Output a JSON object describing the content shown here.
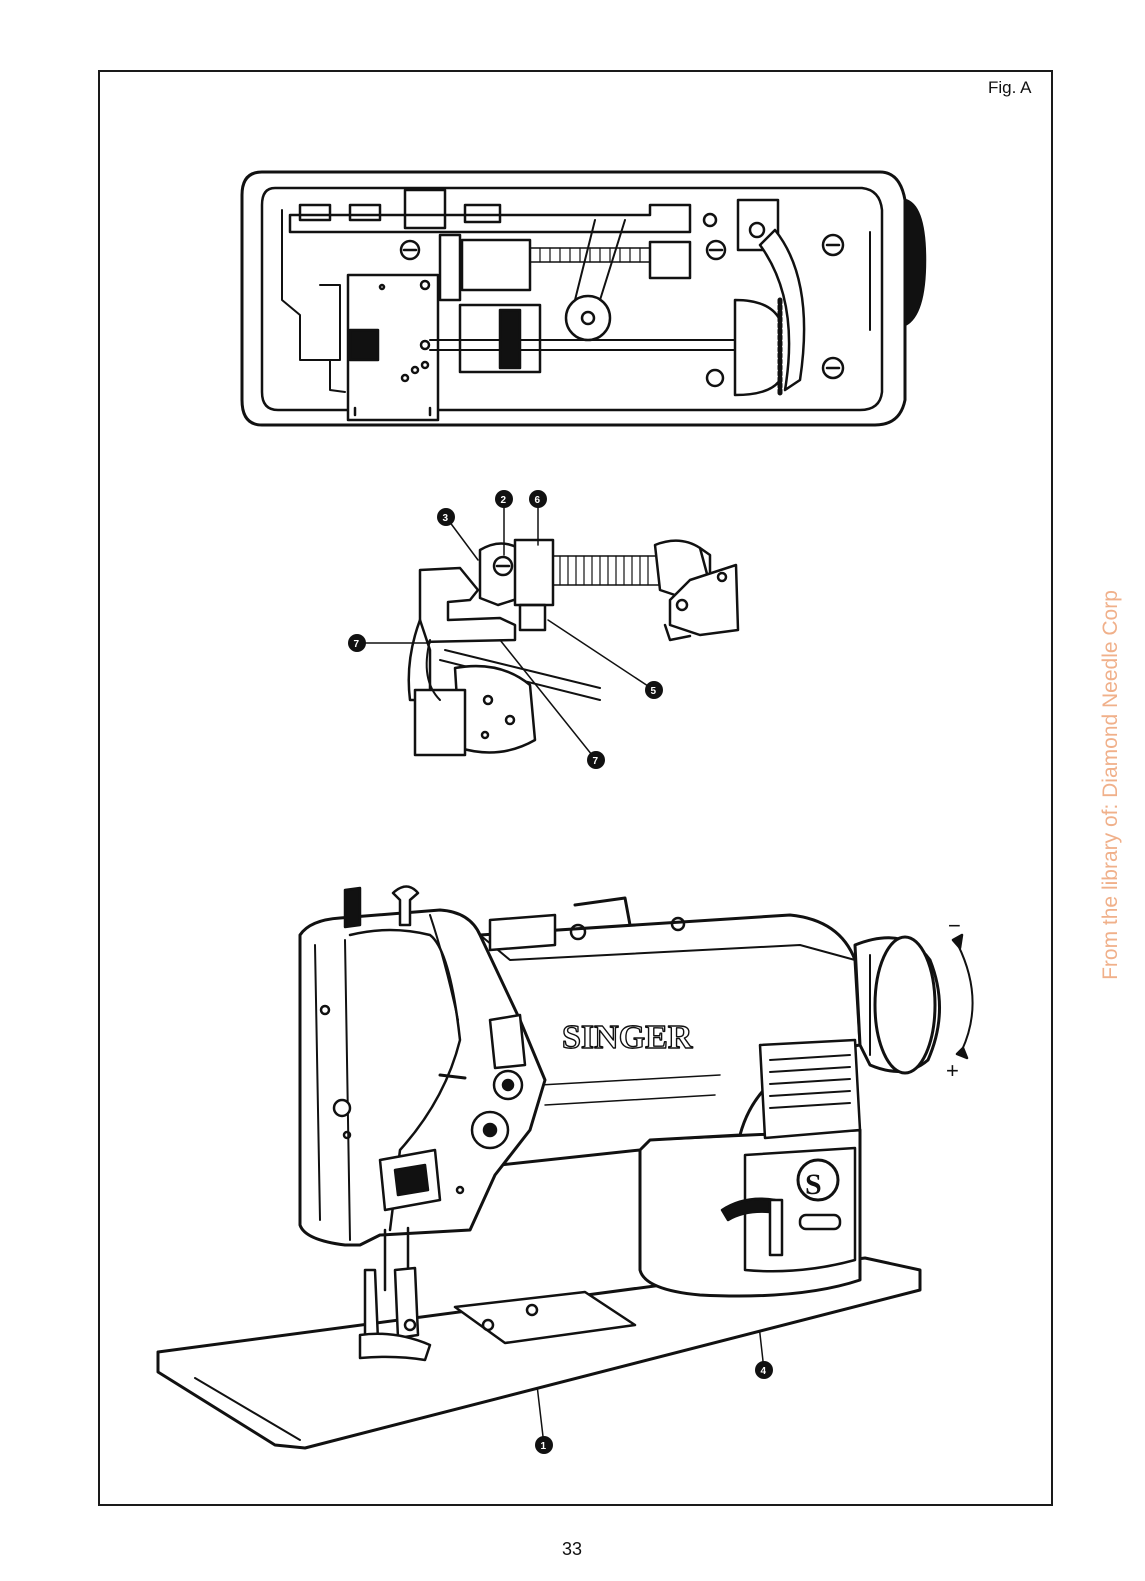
{
  "page": {
    "figure_label": "Fig. A",
    "page_number": "33",
    "watermark": "From the library of: Diamond Needle Corp"
  },
  "machine": {
    "brand": "SINGER",
    "emblem": "S",
    "direction_minus": "−",
    "direction_plus": "+"
  },
  "callouts": {
    "c1": "1",
    "c2": "2",
    "c3": "3",
    "c4": "4",
    "c5": "5",
    "c6": "6",
    "c7a": "7",
    "c7b": "7"
  },
  "icons": {
    "underside": "machine-underside-diagram-icon",
    "mechanism": "feed-mechanism-detail-icon",
    "machine": "sewing-machine-illustration-icon"
  }
}
